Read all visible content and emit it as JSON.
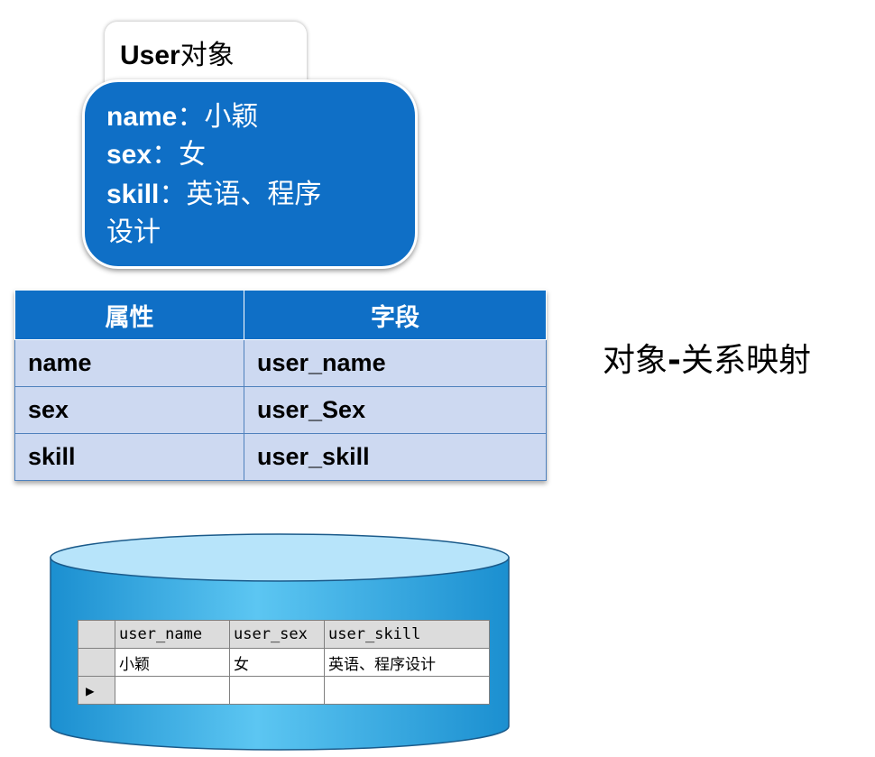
{
  "object_card": {
    "title_bold": "User",
    "title_rest": "对象",
    "properties": [
      {
        "key": "name",
        "sep": "：",
        "value": "小颖"
      },
      {
        "key": "sex",
        "sep": "：",
        "value": "女"
      },
      {
        "key": "skill",
        "sep": "：",
        "value": "英语、程序"
      }
    ],
    "wrap_line": "设计"
  },
  "mapping_table": {
    "headers": [
      "属性",
      "字段"
    ],
    "rows": [
      [
        "name",
        "user_name"
      ],
      [
        "sex",
        "user_Sex"
      ],
      [
        "skill",
        "user_skill"
      ]
    ],
    "colors": {
      "header": "#0f6fc6",
      "row": "#cdd9f1"
    }
  },
  "orm_label": {
    "part1": "对象",
    "dash": "-",
    "part2": "关系映射"
  },
  "database": {
    "columns": [
      "user_name",
      "user_sex",
      "user_skill"
    ],
    "rows": [
      [
        "小颖",
        "女",
        "英语、程序设计"
      ]
    ],
    "new_row_marker": "▶",
    "colors": {
      "top": "#b7e4fa",
      "body": "#29a7e1"
    }
  }
}
